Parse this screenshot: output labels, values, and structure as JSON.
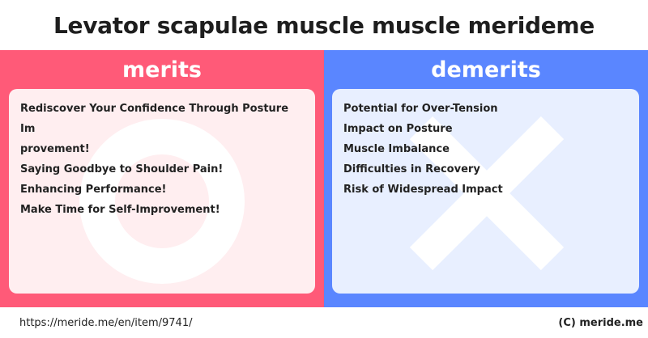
{
  "title": "Levator scapulae muscle muscle merideme",
  "colors": {
    "merits_bg": "#ff5a78",
    "merits_card": "#ffeef0",
    "demerits_bg": "#5a86ff",
    "demerits_card": "#e8efff"
  },
  "merits": {
    "heading": "merits",
    "icon": "circle-icon",
    "items": [
      "Rediscover Your Confidence Through Posture Im",
      "provement!",
      "Saying Goodbye to Shoulder Pain!",
      "Enhancing Performance!",
      "Make Time for Self-Improvement!"
    ]
  },
  "demerits": {
    "heading": "demerits",
    "icon": "cross-icon",
    "items": [
      "Potential for Over-Tension",
      "Impact on Posture",
      "Muscle Imbalance",
      "Difficulties in Recovery",
      "Risk of Widespread Impact"
    ]
  },
  "footer": {
    "url": "https://meride.me/en/item/9741/",
    "copyright": "(C) meride.me"
  }
}
